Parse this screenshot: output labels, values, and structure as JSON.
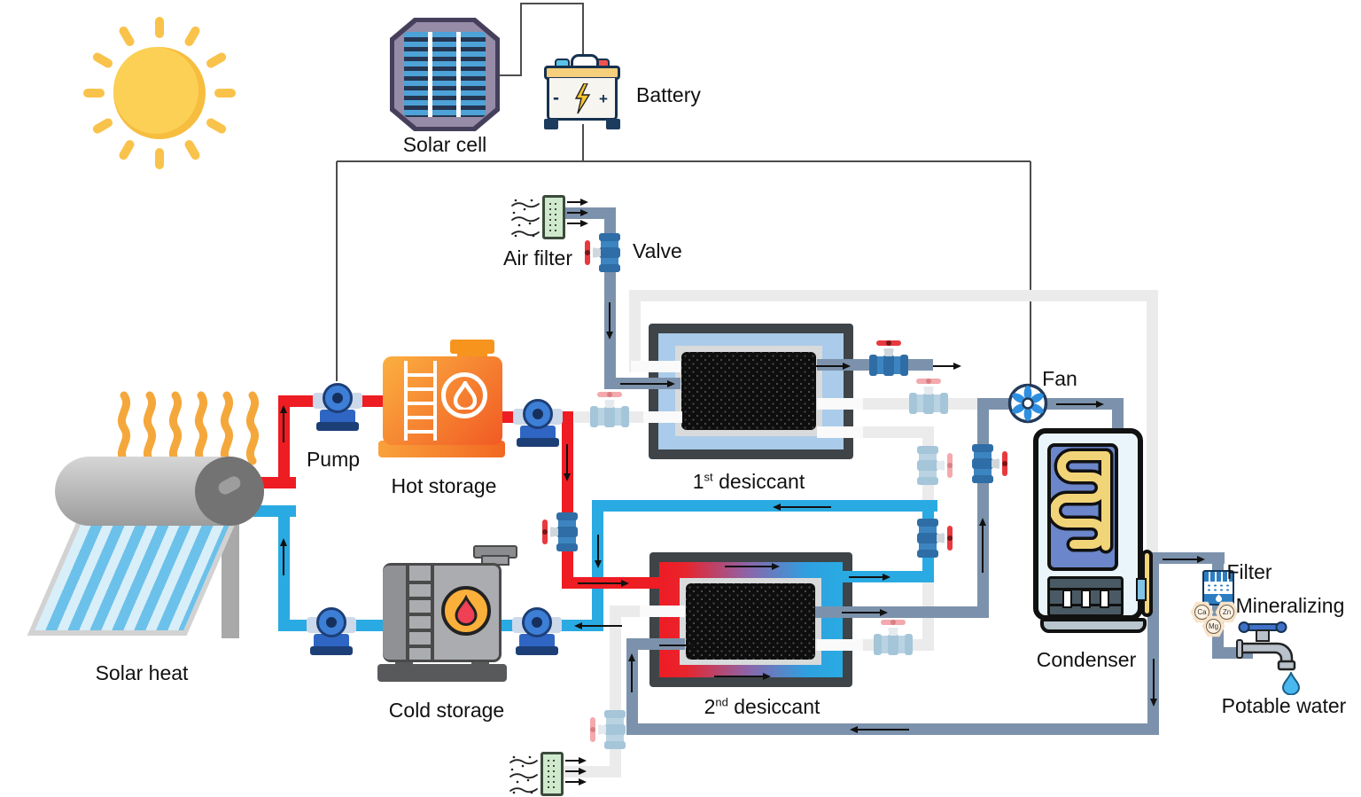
{
  "labels": {
    "solar_cell": "Solar cell",
    "battery": "Battery",
    "air_filter": "Air filter",
    "valve": "Valve",
    "pump": "Pump",
    "hot_storage": "Hot storage",
    "cold_storage": "Cold storage",
    "solar_heat": "Solar heat",
    "desiccant1": {
      "num": "1",
      "sup": "st",
      "rest": " desiccant"
    },
    "desiccant2": {
      "num": "2",
      "sup": "nd",
      "rest": " desiccant"
    },
    "fan": "Fan",
    "condenser": "Condenser",
    "filter": "Filter",
    "mineralizing": "Mineralizing",
    "potable_water": "Potable water"
  },
  "battery_terminals": {
    "minus": "-",
    "plus": "+"
  },
  "minerals": [
    "Ca",
    "Zn",
    "Mg"
  ],
  "colors": {
    "hot_pipe": "#ee1c23",
    "cold_pipe": "#2aaae2",
    "air_pipe": "#7c92ac",
    "inactive_pipe": "#ebebeb",
    "valve_body": "#3c85c0",
    "valve_handle": "#e8393f",
    "desiccant_frame": "#3f4448",
    "desiccant1_fill": "#aacbe9",
    "hot_storage": "#f7941e",
    "cold_storage": "#a7a9ac",
    "sun": "#f9c34b",
    "coil": "#f2d478"
  }
}
